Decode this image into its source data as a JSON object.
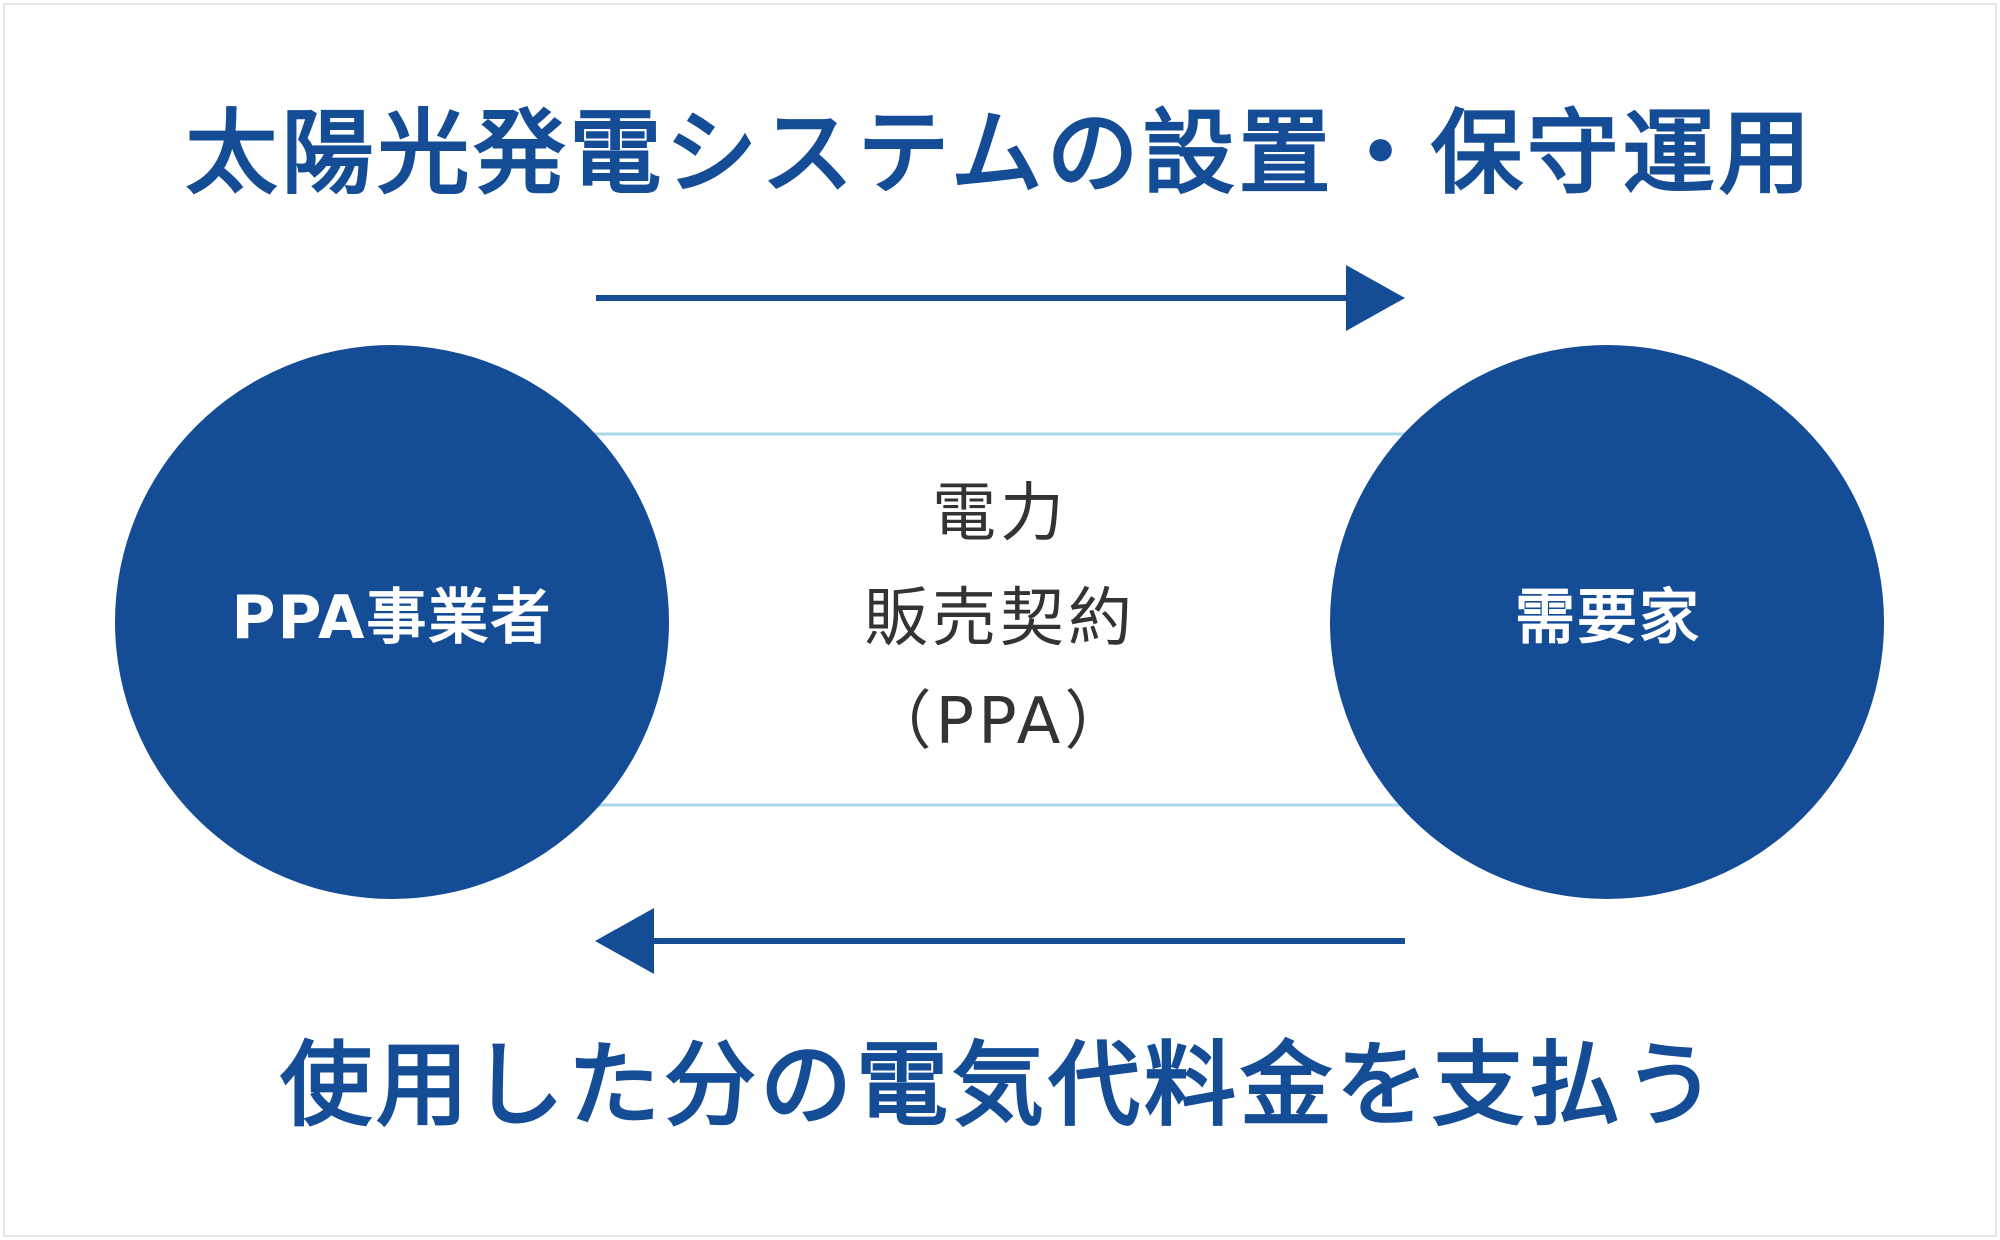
{
  "colors": {
    "primary": "#144c96",
    "band_line": "#aad8ea",
    "text_dark": "#333333",
    "circle_text": "#ffffff"
  },
  "top_heading": "太陽光発電システムの設置・保守運用",
  "bottom_heading": "使用した分の電気代料金を支払う",
  "nodes": {
    "provider": "PPA事業者",
    "consumer": "需要家"
  },
  "contract": {
    "line1": "電力",
    "line2": "販売契約",
    "line3": "（PPA）"
  }
}
